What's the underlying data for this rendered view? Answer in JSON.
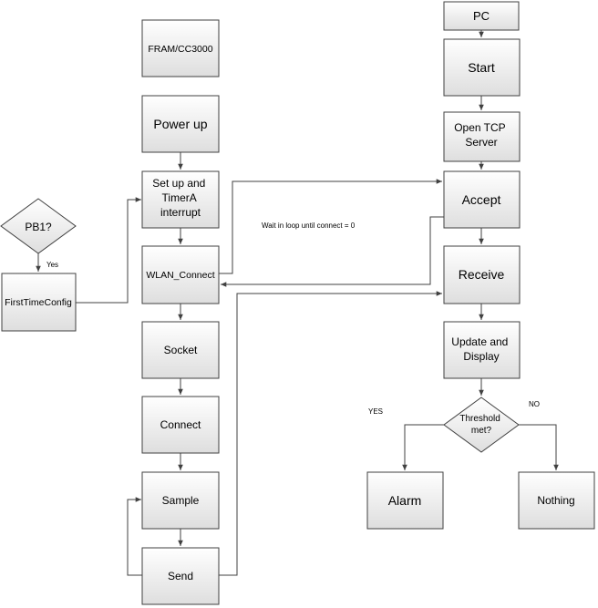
{
  "nodes": {
    "fram": "FRAM/CC3000",
    "power_up": "Power up",
    "setup": [
      "Set up and",
      "TimerA",
      "interrupt"
    ],
    "wlan_connect": "WLAN_Connect",
    "socket": "Socket",
    "connect": "Connect",
    "sample": "Sample",
    "send": "Send",
    "pb1": "PB1?",
    "first_time_config": "FirstTimeConfig",
    "pc": "PC",
    "start": "Start",
    "open_tcp": [
      "Open TCP",
      "Server"
    ],
    "accept": "Accept",
    "receive": "Receive",
    "update_display": [
      "Update and",
      "Display"
    ],
    "threshold": [
      "Threshold",
      "met?"
    ],
    "alarm": "Alarm",
    "nothing": "Nothing"
  },
  "labels": {
    "yes_pb1": "Yes",
    "wait_note": "Wait in loop until connect = 0",
    "yes_threshold": "YES",
    "no_threshold": "NO"
  },
  "colors": {
    "box_top": "#ffffff",
    "box_bottom": "#dedede",
    "stroke": "#404040",
    "text": "#000000"
  }
}
